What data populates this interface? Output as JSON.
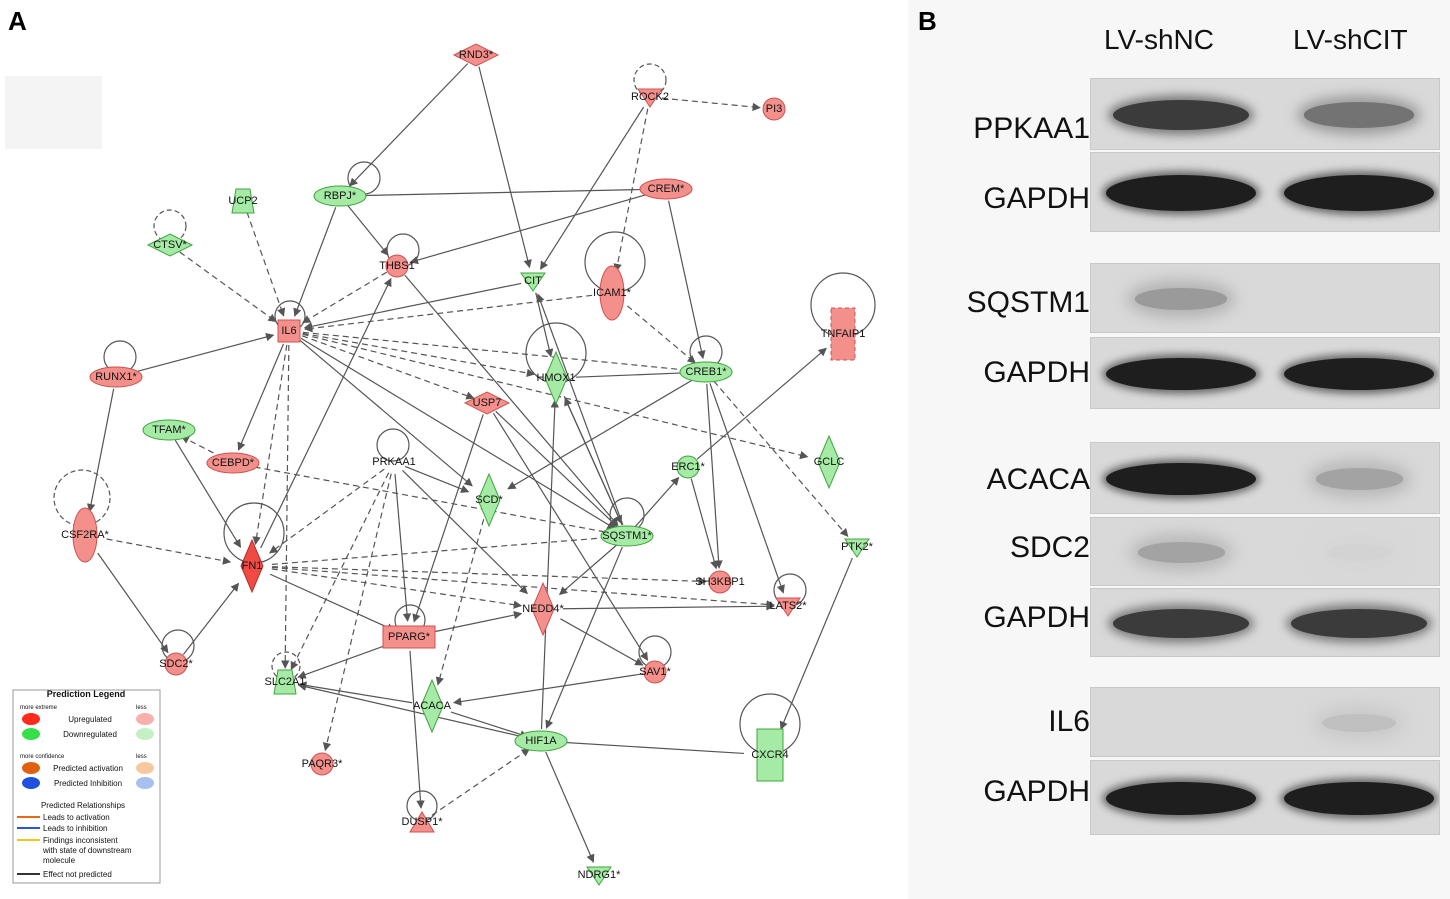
{
  "panels": {
    "a": "A",
    "b": "B"
  },
  "network": {
    "nodes": [
      {
        "id": "RND3",
        "label": "RND3*",
        "shape": "diamond",
        "color": "red"
      },
      {
        "id": "ROCK2",
        "label": "ROCK2",
        "shape": "tri-down",
        "color": "red"
      },
      {
        "id": "PI3",
        "label": "PI3",
        "shape": "circle",
        "color": "red"
      },
      {
        "id": "UCP2",
        "label": "UCP2",
        "shape": "trapezoid",
        "color": "green"
      },
      {
        "id": "RBPJ",
        "label": "RBPJ*",
        "shape": "ellipse",
        "color": "green"
      },
      {
        "id": "CREM",
        "label": "CREM*",
        "shape": "ellipse",
        "color": "red"
      },
      {
        "id": "CTSV",
        "label": "CTSV*",
        "shape": "diamond",
        "color": "green"
      },
      {
        "id": "THBS1",
        "label": "THBS1",
        "shape": "circle",
        "color": "red"
      },
      {
        "id": "CIT",
        "label": "CIT",
        "shape": "tri-down",
        "color": "green"
      },
      {
        "id": "ICAM1",
        "label": "ICAM1*",
        "shape": "vellipse",
        "color": "red"
      },
      {
        "id": "IL6",
        "label": "IL6",
        "shape": "rect",
        "color": "red"
      },
      {
        "id": "TNFAIP1",
        "label": "TNFAIP1",
        "shape": "dashrect",
        "color": "red"
      },
      {
        "id": "RUNX1",
        "label": "RUNX1*",
        "shape": "ellipse",
        "color": "red"
      },
      {
        "id": "HMOX1",
        "label": "HMOX1",
        "shape": "diamond-v",
        "color": "green"
      },
      {
        "id": "CREB1",
        "label": "CREB1*",
        "shape": "ellipse",
        "color": "green"
      },
      {
        "id": "USP7",
        "label": "USP7",
        "shape": "diamond",
        "color": "red"
      },
      {
        "id": "TFAM",
        "label": "TFAM*",
        "shape": "ellipse",
        "color": "green"
      },
      {
        "id": "CEBPD",
        "label": "CEBPD*",
        "shape": "ellipse",
        "color": "red"
      },
      {
        "id": "PRKAA1",
        "label": "PRKAA1",
        "shape": "none",
        "color": "none"
      },
      {
        "id": "ERC1",
        "label": "ERC1*",
        "shape": "circle",
        "color": "green"
      },
      {
        "id": "GCLC",
        "label": "GCLC",
        "shape": "diamond-v",
        "color": "green"
      },
      {
        "id": "SCD",
        "label": "SCD*",
        "shape": "diamond-v",
        "color": "green"
      },
      {
        "id": "CSF2RA",
        "label": "CSF2RA*",
        "shape": "vellipse",
        "color": "red"
      },
      {
        "id": "SQSTM1",
        "label": "SQSTM1*",
        "shape": "ellipse",
        "color": "green"
      },
      {
        "id": "PTK2",
        "label": "PTK2*",
        "shape": "tri-down",
        "color": "green"
      },
      {
        "id": "FN1",
        "label": "FN1",
        "shape": "diamond-v",
        "color": "dred"
      },
      {
        "id": "SH3KBP1",
        "label": "SH3KBP1",
        "shape": "circle",
        "color": "red"
      },
      {
        "id": "LATS2",
        "label": "LATS2*",
        "shape": "tri-down",
        "color": "red"
      },
      {
        "id": "NEDD4",
        "label": "NEDD4*",
        "shape": "diamond-v",
        "color": "red"
      },
      {
        "id": "PPARG",
        "label": "PPARG*",
        "shape": "rect",
        "color": "red"
      },
      {
        "id": "SDC2",
        "label": "SDC2*",
        "shape": "circle",
        "color": "red"
      },
      {
        "id": "SAV1",
        "label": "SAV1*",
        "shape": "circle",
        "color": "red"
      },
      {
        "id": "SLC2A1",
        "label": "SLC2A1",
        "shape": "trapezoid",
        "color": "green"
      },
      {
        "id": "ACACA",
        "label": "ACACA",
        "shape": "diamond-v",
        "color": "green"
      },
      {
        "id": "HIF1A",
        "label": "HIF1A",
        "shape": "ellipse",
        "color": "green"
      },
      {
        "id": "CXCR4",
        "label": "CXCR4",
        "shape": "tallrect",
        "color": "green"
      },
      {
        "id": "PAQR3",
        "label": "PAQR3*",
        "shape": "circle",
        "color": "red"
      },
      {
        "id": "DUSP1",
        "label": "DUSP1*",
        "shape": "tri-up",
        "color": "red"
      },
      {
        "id": "NDRG1",
        "label": "NDRG1*",
        "shape": "tri-down",
        "color": "green"
      }
    ],
    "edges": [
      [
        "RND3",
        "RBPJ",
        "s"
      ],
      [
        "RND3",
        "CIT",
        "s"
      ],
      [
        "ROCK2",
        "PI3",
        "d"
      ],
      [
        "ROCK2",
        "CIT",
        "s"
      ],
      [
        "ROCK2",
        "ICAM1",
        "d"
      ],
      [
        "UCP2",
        "IL6",
        "d"
      ],
      [
        "RBPJ",
        "IL6",
        "s"
      ],
      [
        "RBPJ",
        "CREM",
        "s"
      ],
      [
        "RBPJ",
        "THBS1",
        "s"
      ],
      [
        "CREM",
        "THBS1",
        "s"
      ],
      [
        "CREM",
        "CREB1",
        "s"
      ],
      [
        "CTSV",
        "IL6",
        "d"
      ],
      [
        "CIT",
        "HMOX1",
        "s"
      ],
      [
        "CIT",
        "IL6",
        "s"
      ],
      [
        "ICAM1",
        "IL6",
        "d"
      ],
      [
        "ICAM1",
        "CREB1",
        "d"
      ],
      [
        "THBS1",
        "IL6",
        "d"
      ],
      [
        "RUNX1",
        "IL6",
        "s"
      ],
      [
        "RUNX1",
        "CSF2RA",
        "s"
      ],
      [
        "IL6",
        "CEBPD",
        "s"
      ],
      [
        "IL6",
        "FN1",
        "d"
      ],
      [
        "IL6",
        "HMOX1",
        "d"
      ],
      [
        "IL6",
        "SLC2A1",
        "d"
      ],
      [
        "IL6",
        "USP7",
        "d"
      ],
      [
        "IL6",
        "CREB1",
        "d"
      ],
      [
        "IL6",
        "GCLC",
        "d"
      ],
      [
        "IL6",
        "SQSTM1",
        "s"
      ],
      [
        "IL6",
        "SCD",
        "s"
      ],
      [
        "TFAM",
        "FN1",
        "s"
      ],
      [
        "CEBPD",
        "TFAM",
        "d"
      ],
      [
        "CEBPD",
        "SQSTM1",
        "d"
      ],
      [
        "THBS1",
        "SQSTM1",
        "s"
      ],
      [
        "HMOX1",
        "CREB1",
        "s"
      ],
      [
        "CREB1",
        "SCD",
        "s"
      ],
      [
        "CREB1",
        "SH3KBP1",
        "s"
      ],
      [
        "CREB1",
        "LATS2",
        "s"
      ],
      [
        "CREB1",
        "PTK2",
        "d"
      ],
      [
        "USP7",
        "SQSTM1",
        "s"
      ],
      [
        "USP7",
        "PPARG",
        "s"
      ],
      [
        "PRKAA1",
        "FN1",
        "d"
      ],
      [
        "PRKAA1",
        "PPARG",
        "s"
      ],
      [
        "PRKAA1",
        "PAQR3",
        "d"
      ],
      [
        "PRKAA1",
        "SLC2A1",
        "d"
      ],
      [
        "PRKAA1",
        "NEDD4",
        "s"
      ],
      [
        "PRKAA1",
        "SCD",
        "s"
      ],
      [
        "ERC1",
        "TNFAIP1",
        "s"
      ],
      [
        "ERC1",
        "SH3KBP1",
        "s"
      ],
      [
        "SCD",
        "ACACA",
        "d"
      ],
      [
        "SQSTM1",
        "HMOX1",
        "s"
      ],
      [
        "SQSTM1",
        "NEDD4",
        "s"
      ],
      [
        "SQSTM1",
        "CIT",
        "s"
      ],
      [
        "SQSTM1",
        "HIF1A",
        "s"
      ],
      [
        "SQSTM1",
        "ERC1",
        "s"
      ],
      [
        "CSF2RA",
        "FN1",
        "d"
      ],
      [
        "CSF2RA",
        "SDC2",
        "s"
      ],
      [
        "SDC2",
        "FN1",
        "s"
      ],
      [
        "FN1",
        "NEDD4",
        "d"
      ],
      [
        "FN1",
        "LATS2",
        "d"
      ],
      [
        "FN1",
        "SQSTM1",
        "d"
      ],
      [
        "FN1",
        "SH3KBP1",
        "d"
      ],
      [
        "FN1",
        "THBS1",
        "s"
      ],
      [
        "FN1",
        "PPARG",
        "s"
      ],
      [
        "PPARG",
        "SLC2A1",
        "s"
      ],
      [
        "PPARG",
        "NEDD4",
        "s"
      ],
      [
        "NEDD4",
        "LATS2",
        "s"
      ],
      [
        "NEDD4",
        "SAV1",
        "s"
      ],
      [
        "HIF1A",
        "HMOX1",
        "s"
      ],
      [
        "HIF1A",
        "SLC2A1",
        "s"
      ],
      [
        "HIF1A",
        "NDRG1",
        "s"
      ],
      [
        "CXCR4",
        "HIF1A",
        "s"
      ],
      [
        "PTK2",
        "CXCR4",
        "s"
      ],
      [
        "SAV1",
        "ACACA",
        "s"
      ],
      [
        "ACACA",
        "HIF1A",
        "s"
      ],
      [
        "DUSP1",
        "HIF1A",
        "d"
      ],
      [
        "HMOX1",
        "SQSTM1",
        "s"
      ],
      [
        "PPARG",
        "DUSP1",
        "s"
      ],
      [
        "ACACA",
        "SLC2A1",
        "s"
      ],
      [
        "USP7",
        "SAV1",
        "s"
      ]
    ]
  },
  "legend": {
    "title": "Prediction Legend",
    "more_extreme": "more extreme",
    "less": "less",
    "upregulated": "Upregulated",
    "downregulated": "Downregulated",
    "more_confidence": "more confidence",
    "less2": "less",
    "predicted_activation": "Predicted activation",
    "predicted_inhibition": "Predicted Inhibition",
    "relationships_title": "Predicted Relationships",
    "leads_activation": "Leads to activation",
    "leads_inhibition": "Leads to inhibition",
    "inconsistent_1": "Findings inconsistent",
    "inconsistent_2": "with state of downstream",
    "inconsistent_3": "molecule",
    "not_predicted": "Effect not predicted",
    "colors": {
      "upregulated": "#ff2a1a",
      "upregulated_less": "#f7b0ac",
      "downregulated": "#33e04a",
      "downregulated_less": "#c4f0c4",
      "activation": "#e06010",
      "activation_less": "#f7c8a0",
      "inhibition": "#2050e0",
      "inhibition_less": "#a8c0f0",
      "line_activation": "#e86a10",
      "line_inhibition": "#2858d0",
      "line_inconsistent": "#e8c820",
      "line_not_predicted": "#333333"
    }
  },
  "western": {
    "lanes": [
      "LV-shNC",
      "LV-shCIT"
    ],
    "rows": [
      {
        "label": "PPKAA1",
        "nc": 0.85,
        "cit": 0.55
      },
      {
        "label": "GAPDH",
        "nc": 1.0,
        "cit": 1.0
      },
      {
        "label": "SQSTM1",
        "nc": 0.35,
        "cit": 0.0
      },
      {
        "label": "GAPDH",
        "nc": 1.0,
        "cit": 1.0
      },
      {
        "label": "ACACA",
        "nc": 1.0,
        "cit": 0.3
      },
      {
        "label": "SDC2",
        "nc": 0.3,
        "cit": 0.05
      },
      {
        "label": "GAPDH",
        "nc": 0.85,
        "cit": 0.85
      },
      {
        "label": "IL6",
        "nc": 0.0,
        "cit": 0.15
      },
      {
        "label": "GAPDH",
        "nc": 1.0,
        "cit": 1.0
      }
    ]
  }
}
